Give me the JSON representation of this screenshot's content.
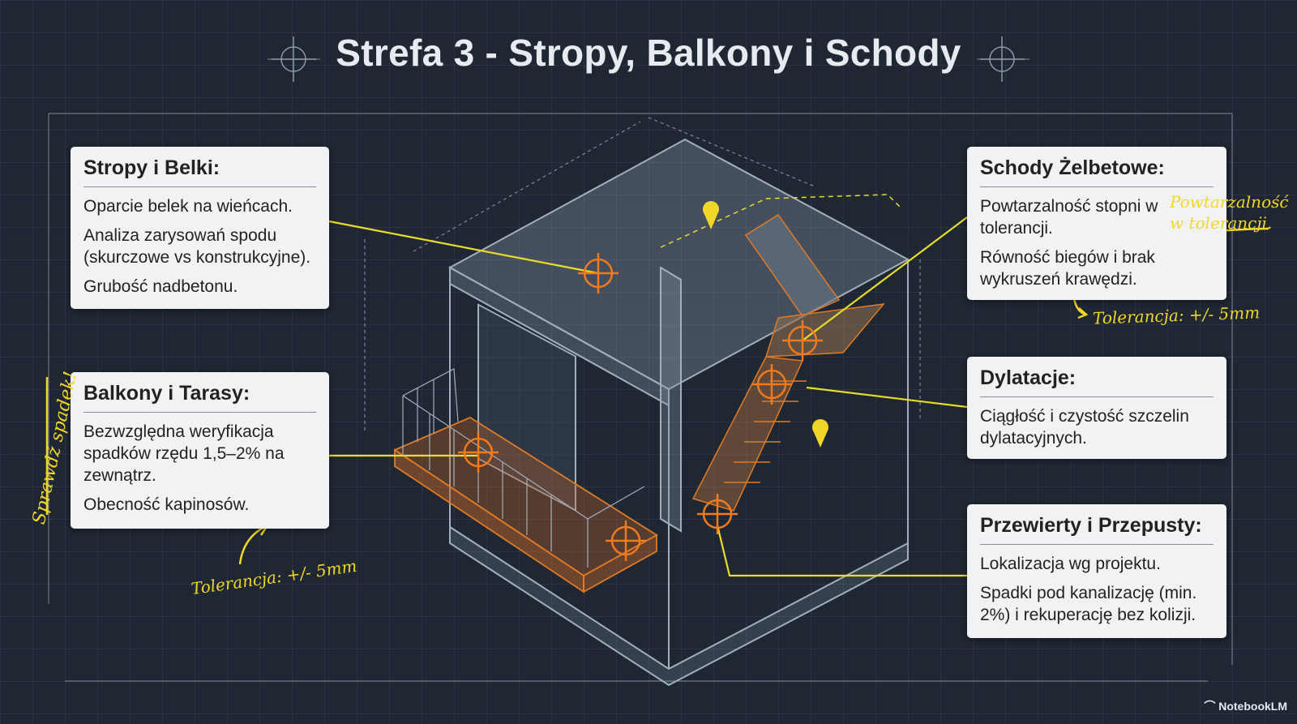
{
  "title": "Strefa 3 - Stropy, Balkony i Schody",
  "cards": {
    "stropy": {
      "heading": "Stropy i Belki:",
      "lines": [
        "Oparcie belek na wieńcach.",
        "Analiza zarysowań spodu (skurczowe vs konstrukcyjne).",
        "Grubość nadbetonu."
      ]
    },
    "balkony": {
      "heading": "Balkony i Tarasy:",
      "lines": [
        "Bezwzględna weryfikacja spadków rzędu 1,5–2% na zewnątrz.",
        "Obecność kapinosów."
      ]
    },
    "schody": {
      "heading": "Schody Żelbetowe:",
      "lines": [
        "Powtarzalność stopni w tolerancji.",
        "Równość biegów i brak wykruszeń krawędzi."
      ]
    },
    "dylatacje": {
      "heading": "Dylatacje:",
      "lines": [
        "Ciągłość i czystość szczelin dylatacyjnych."
      ]
    },
    "przewierty": {
      "heading": "Przewierty i Przepusty:",
      "lines": [
        "Lokalizacja wg projektu.",
        "Spadki pod kanalizację (min. 2%) i rekuperację bez kolizji."
      ]
    }
  },
  "annotations": {
    "powtarzalnosc_1": "Powtarzalność",
    "powtarzalnosc_2": "w tolerancji.",
    "tolerancja_right": "Tolerancja: +/- 5mm",
    "tolerancja_left": "Tolerancja: +/- 5mm",
    "sprawdz_spadek": "Sprawdź spadek!"
  },
  "branding": "NotebookLM",
  "colors": {
    "background": "#1f2733",
    "leader": "#e6dd2a",
    "target": "#f07a1e",
    "structure": "#9aa6b4",
    "handwriting": "#f1d72a"
  }
}
